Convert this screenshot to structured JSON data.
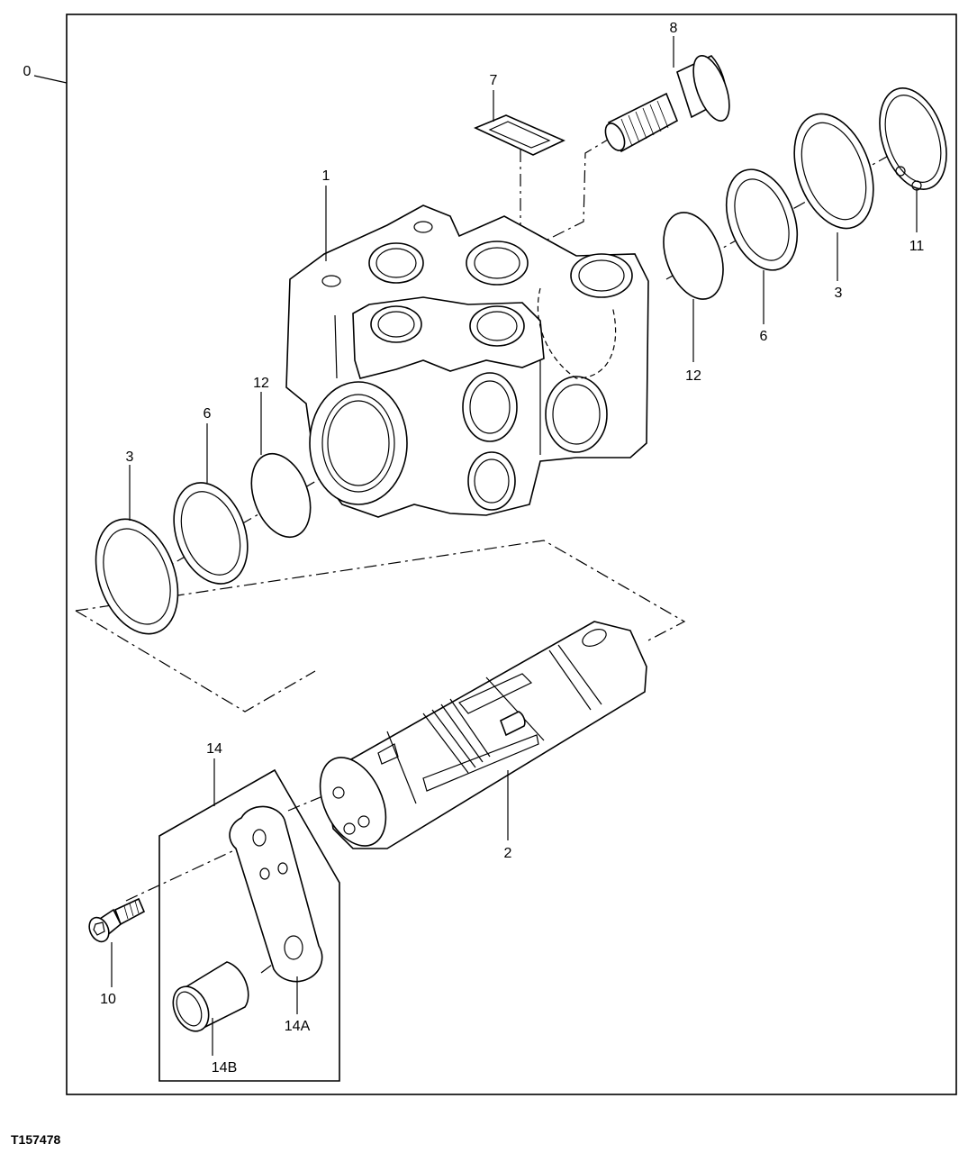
{
  "figure_id": "T157478",
  "callouts": {
    "c0": "0",
    "c1": "1",
    "c2": "2",
    "c3a": "3",
    "c3b": "3",
    "c6a": "6",
    "c6b": "6",
    "c7": "7",
    "c8": "8",
    "c10": "10",
    "c11": "11",
    "c12a": "12",
    "c12b": "12",
    "c14": "14",
    "c14a": "14A",
    "c14b": "14B"
  }
}
